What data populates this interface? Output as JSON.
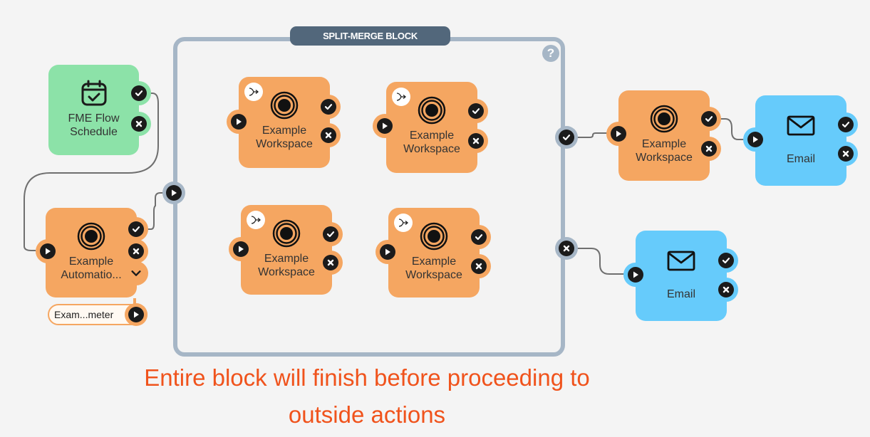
{
  "split_merge_block": {
    "title": "SPLIT-MERGE BLOCK",
    "help_icon": "question-mark-icon",
    "input_port": "play-icon",
    "success_port": "check-icon",
    "failure_port": "x-icon"
  },
  "nodes": {
    "schedule": {
      "label": "FME Flow Schedule",
      "type": "trigger",
      "icon": "calendar-check-icon",
      "color": "#8ce2a8"
    },
    "automation": {
      "label": "Example Automatio...",
      "type": "action",
      "icon": "target-icon",
      "color": "#f5a661",
      "expand_icon": "chevron-down-icon"
    },
    "ws_top_left": {
      "label": "Example Workspace",
      "type": "action",
      "icon": "target-icon",
      "badge": "merge-icon",
      "color": "#f5a661"
    },
    "ws_top_right": {
      "label": "Example Workspace",
      "type": "action",
      "icon": "target-icon",
      "badge": "merge-icon",
      "color": "#f5a661"
    },
    "ws_bottom_left": {
      "label": "Example Workspace",
      "type": "action",
      "icon": "target-icon",
      "badge": "merge-icon",
      "color": "#f5a661"
    },
    "ws_bottom_right": {
      "label": "Example Workspace",
      "type": "action",
      "icon": "target-icon",
      "badge": "merge-icon",
      "color": "#f5a661"
    },
    "ws_outside": {
      "label": "Example Workspace",
      "type": "action",
      "icon": "target-icon",
      "color": "#f5a661"
    },
    "email_success": {
      "label": "Email",
      "type": "external",
      "icon": "envelope-icon",
      "color": "#66cbfb"
    },
    "email_failure": {
      "label": "Email",
      "type": "external",
      "icon": "envelope-icon",
      "color": "#66cbfb"
    }
  },
  "parameter": {
    "label": "Exam...meter"
  },
  "caption": {
    "line1": "Entire block will finish before proceeding to",
    "line2": "outside actions",
    "color": "#f0531c"
  }
}
